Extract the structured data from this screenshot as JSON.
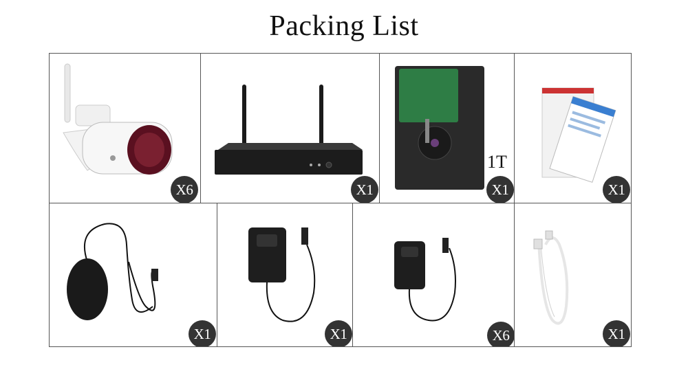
{
  "title": "Packing List",
  "items": [
    {
      "name": "Wireless bullet camera",
      "qty": "X6"
    },
    {
      "name": "Wireless NVR",
      "qty": "X1"
    },
    {
      "name": "Hard disk drive",
      "qty": "X1",
      "capacity": "1T"
    },
    {
      "name": "User manual",
      "qty": "X1"
    },
    {
      "name": "USB mouse",
      "qty": "X1"
    },
    {
      "name": "NVR power adapter",
      "qty": "X1"
    },
    {
      "name": "Camera power adapter",
      "qty": "X6"
    },
    {
      "name": "Network cable",
      "qty": "X1"
    }
  ]
}
